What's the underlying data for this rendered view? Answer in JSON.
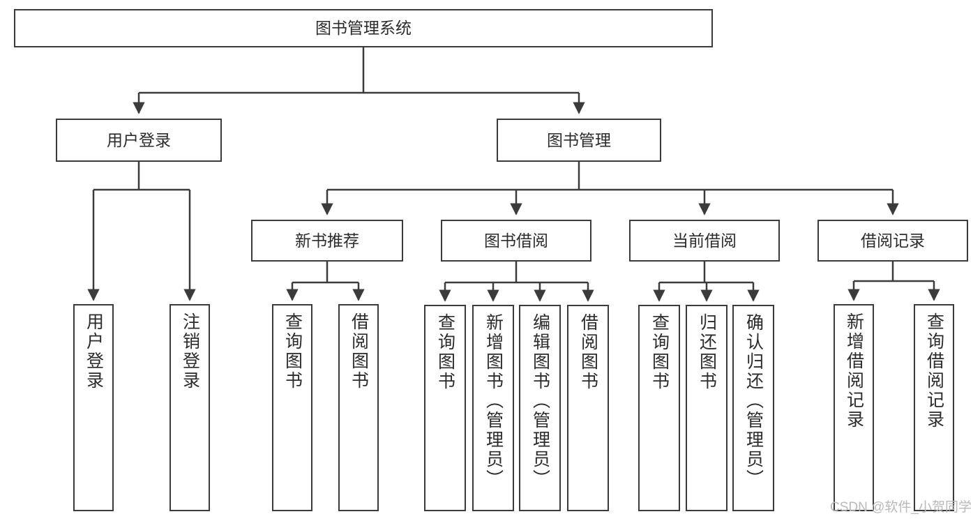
{
  "diagram": {
    "title": "图书管理系统",
    "type": "tree",
    "watermark": "CSDN @软件_小贺同学",
    "colors": {
      "node_border": "#3b3b3b",
      "node_fill": "#ffffff",
      "edge": "#3b3b3b",
      "text": "#2b2b2b",
      "watermark": "#b9b9b9",
      "background": "#ffffff"
    },
    "nodes": {
      "root": {
        "label": "图书管理系统"
      },
      "level1": [
        {
          "id": "user-login",
          "label": "用户登录"
        },
        {
          "id": "book-management",
          "label": "图书管理"
        }
      ],
      "level2": [
        {
          "id": "new-book-recommend",
          "label": "新书推荐"
        },
        {
          "id": "book-borrow",
          "label": "图书借阅"
        },
        {
          "id": "current-borrow",
          "label": "当前借阅"
        },
        {
          "id": "borrow-record",
          "label": "借阅记录"
        }
      ],
      "leaves": {
        "user_login": [
          {
            "id": "leaf-user-login",
            "label": "用户登录"
          },
          {
            "id": "leaf-logout-login",
            "label": "注销登录"
          }
        ],
        "new_book_recommend": [
          {
            "id": "leaf-query-book-1",
            "label": "查询图书"
          },
          {
            "id": "leaf-borrow-book-1",
            "label": "借阅图书"
          }
        ],
        "book_borrow": [
          {
            "id": "leaf-query-book-2",
            "label": "查询图书"
          },
          {
            "id": "leaf-add-book",
            "label": "新增图书（管理员）"
          },
          {
            "id": "leaf-edit-book",
            "label": "编辑图书（管理员）"
          },
          {
            "id": "leaf-borrow-book-2",
            "label": "借阅图书"
          }
        ],
        "current_borrow": [
          {
            "id": "leaf-query-book-3",
            "label": "查询图书"
          },
          {
            "id": "leaf-return-book",
            "label": "归还图书"
          },
          {
            "id": "leaf-confirm-return",
            "label": "确认归还（管理员）"
          }
        ],
        "borrow_record": [
          {
            "id": "leaf-add-record",
            "label": "新增借阅记录"
          },
          {
            "id": "leaf-query-record",
            "label": "查询借阅记录"
          }
        ]
      }
    }
  }
}
